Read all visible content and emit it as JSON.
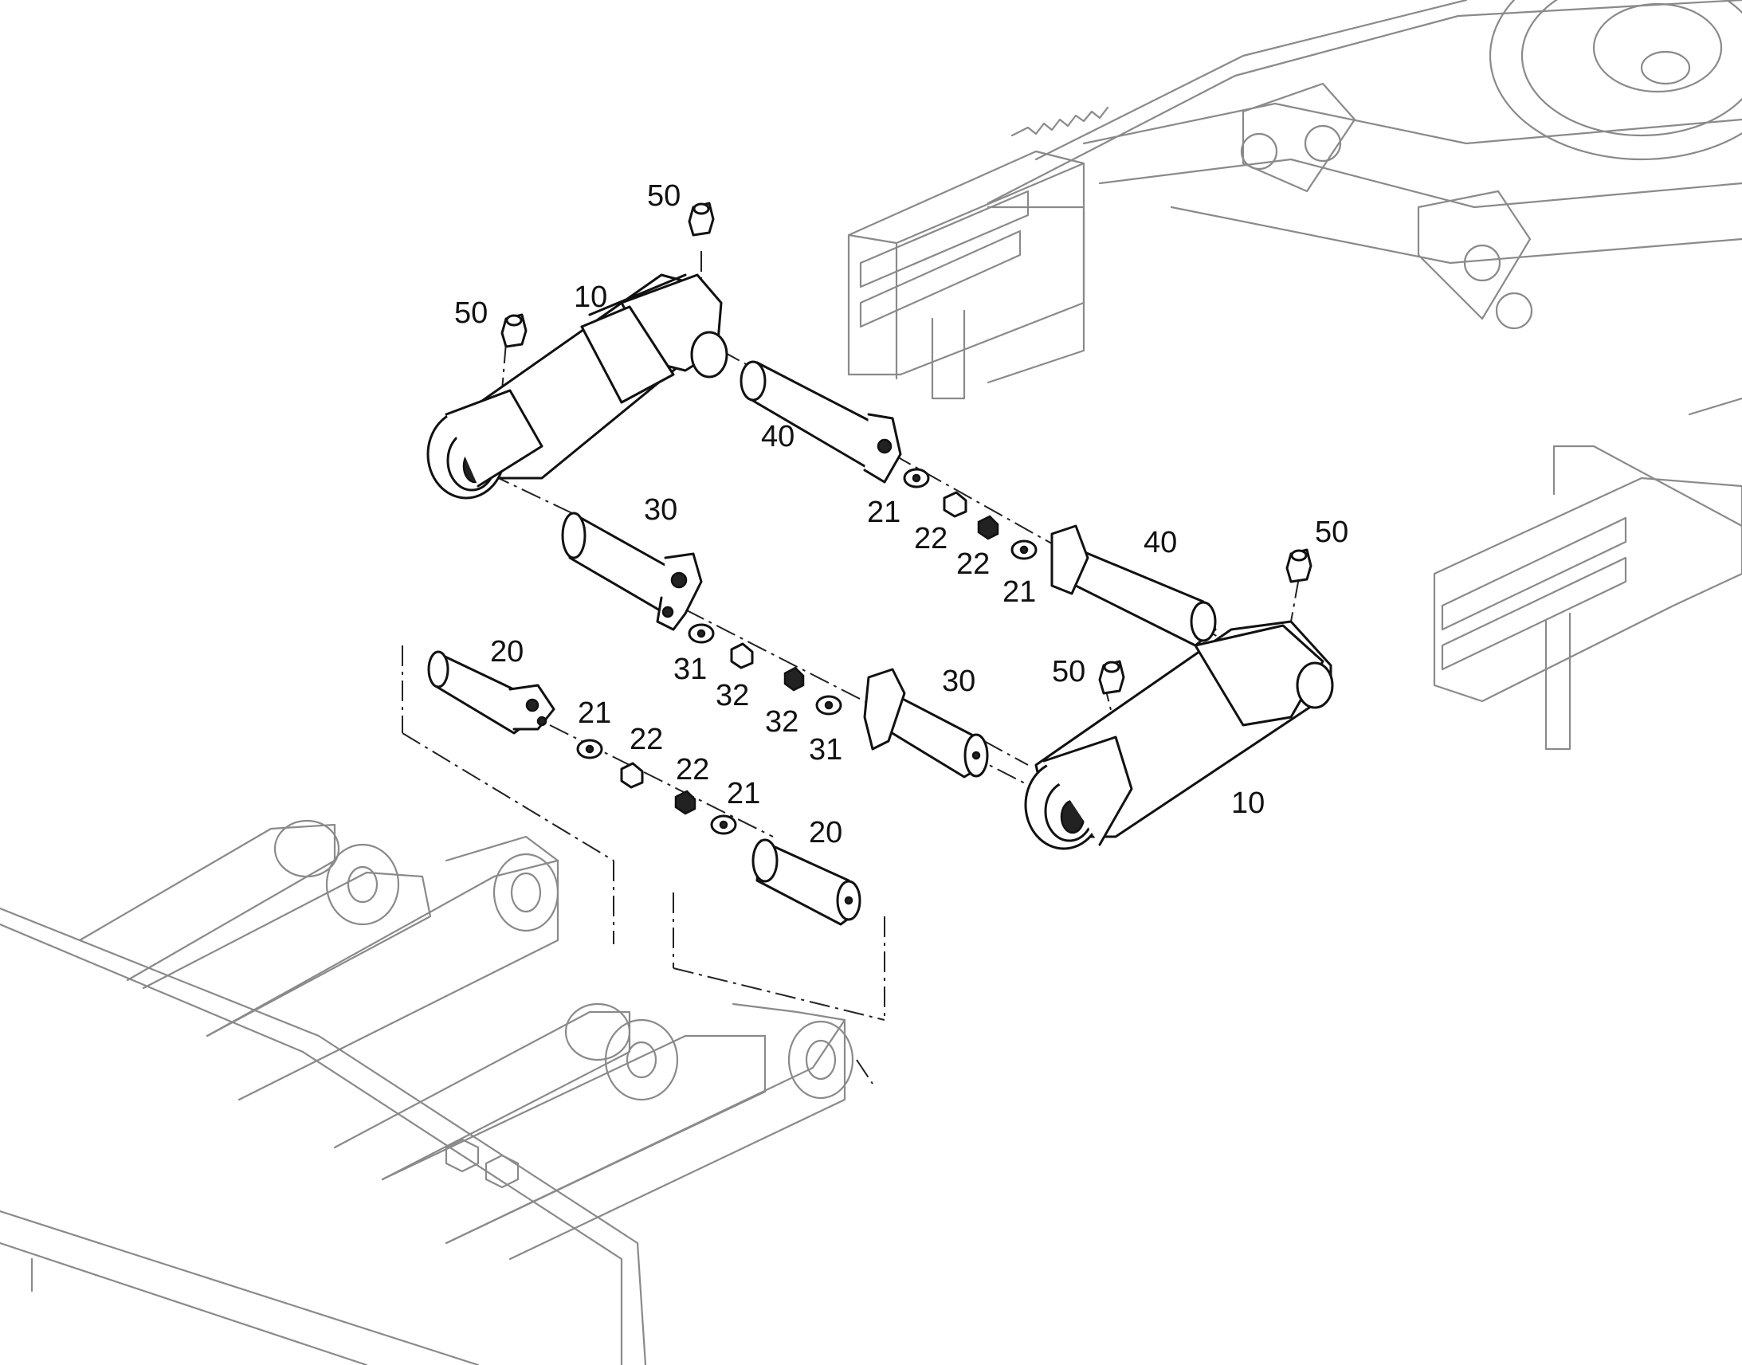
{
  "labels": {
    "cyl_top_num": "10",
    "cyl_bot_num": "10",
    "grease_1": "50",
    "grease_2": "50",
    "grease_3": "50",
    "grease_4": "50",
    "pin40_top": "40",
    "pin40_right": "40",
    "pin30_left": "30",
    "pin30_right": "30",
    "pin20_left": "20",
    "pin20_right": "20",
    "washer21_a": "21",
    "washer21_b": "21",
    "washer21_c": "21",
    "washer21_d": "21",
    "bolt22_a": "22",
    "bolt22_b": "22",
    "bolt22_c": "22",
    "bolt22_d": "22",
    "washer31_a": "31",
    "washer31_b": "31",
    "bolt32_a": "32",
    "bolt32_b": "32"
  },
  "colors": {
    "line": "#111111",
    "frame_line": "#8a8a8a",
    "background": "#ffffff"
  }
}
